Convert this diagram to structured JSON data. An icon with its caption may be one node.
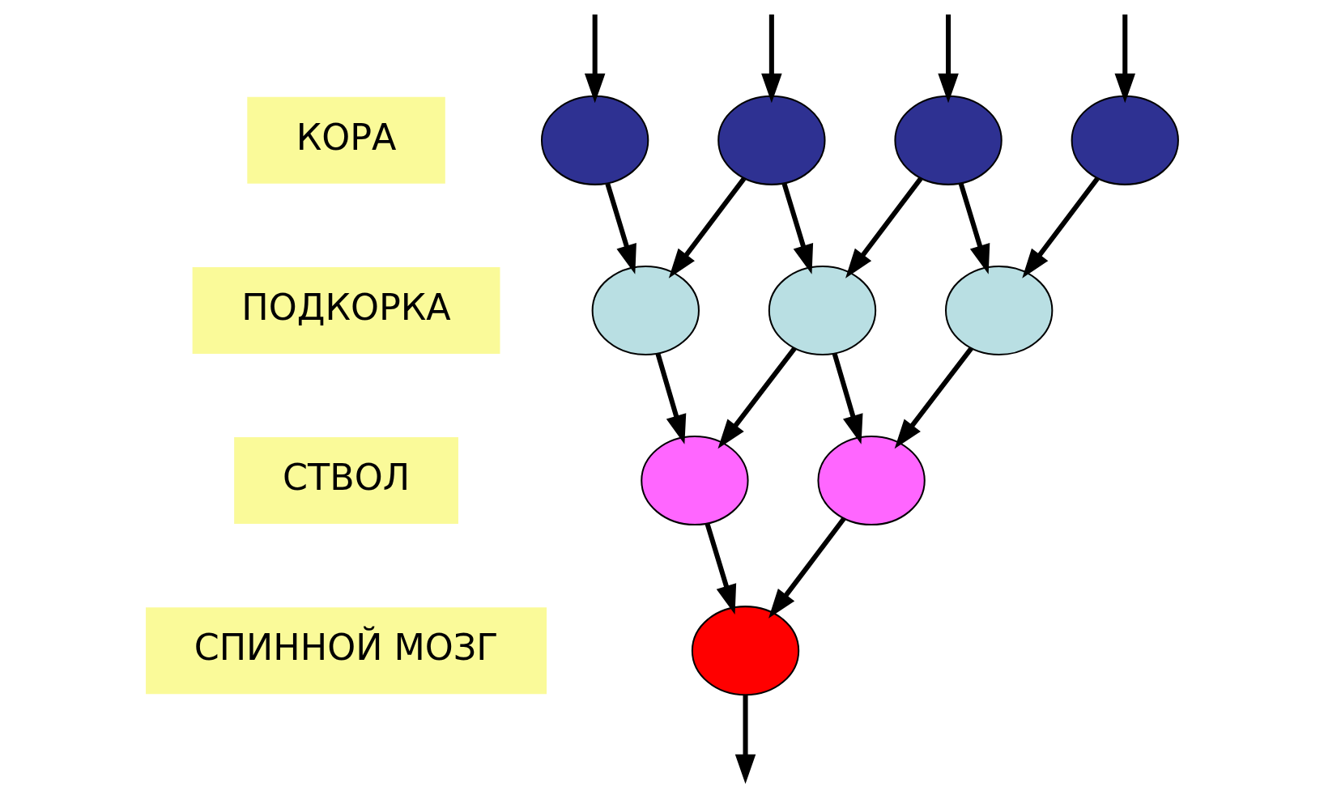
{
  "diagram": {
    "nodes": [
      {
        "text": [
          "КОРА"
        ]
      },
      {
        "text": [],
        "shape": "circle"
      },
      {
        "text": [],
        "shape": "circle"
      },
      {
        "text": [],
        "shape": "circle"
      },
      {
        "text": [],
        "shape": "circle"
      },
      {
        "text": [
          "ПОДКОРКА"
        ]
      },
      {
        "text": [],
        "shape": "circle"
      },
      {
        "text": [],
        "shape": "circle"
      },
      {
        "text": [],
        "shape": "circle"
      },
      {
        "text": [
          "СТВОЛ"
        ]
      },
      {
        "text": [],
        "shape": "circle"
      },
      {
        "text": [],
        "shape": "circle"
      },
      {
        "text": [
          "СПИННОЙ МОЗГ"
        ]
      },
      {
        "text": [],
        "shape": "circle"
      }
    ],
    "edges": [
      {
        "from": null,
        "to": 1,
        "arrow": "to"
      },
      {
        "from": null,
        "to": 2,
        "arrow": "to"
      },
      {
        "from": null,
        "to": 3,
        "arrow": "to"
      },
      {
        "from": null,
        "to": 4,
        "arrow": "to"
      },
      {
        "from": 1,
        "to": 6,
        "arrow": "to"
      },
      {
        "from": 2,
        "to": 6,
        "arrow": "to"
      },
      {
        "from": 2,
        "to": 7,
        "arrow": "to"
      },
      {
        "from": 3,
        "to": 7,
        "arrow": "to"
      },
      {
        "from": 3,
        "to": 8,
        "arrow": "to"
      },
      {
        "from": 4,
        "to": 8,
        "arrow": "to"
      },
      {
        "from": 6,
        "to": 10,
        "arrow": "to"
      },
      {
        "from": 7,
        "to": 10,
        "arrow": "to"
      },
      {
        "from": 7,
        "to": 11,
        "arrow": "to"
      },
      {
        "from": 8,
        "to": 11,
        "arrow": "to"
      },
      {
        "from": 10,
        "to": 13,
        "arrow": "to"
      },
      {
        "from": 11,
        "to": 13,
        "arrow": "to"
      },
      {
        "from": 13,
        "to": null,
        "arrow": "to"
      }
    ]
  }
}
